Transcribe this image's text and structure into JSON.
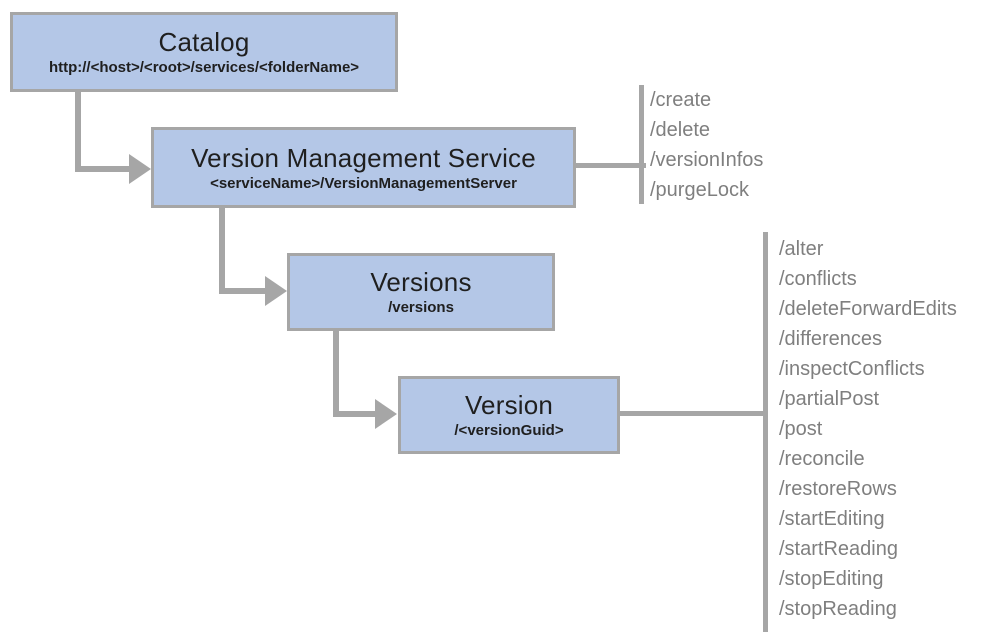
{
  "diagram": {
    "nodes": {
      "catalog": {
        "title": "Catalog",
        "subtitle": "http://<host>/<root>/services/<folderName>"
      },
      "version_management_service": {
        "title": "Version Management Service",
        "subtitle": "<serviceName>/VersionManagementServer"
      },
      "versions": {
        "title": "Versions",
        "subtitle": "/versions"
      },
      "version": {
        "title": "Version",
        "subtitle": "/<versionGuid>"
      }
    },
    "version_management_service_operations": [
      "/create",
      "/delete",
      "/versionInfos",
      "/purgeLock"
    ],
    "version_operations": [
      "/alter",
      "/conflicts",
      "/deleteForwardEdits",
      "/differences",
      "/inspectConflicts",
      "/partialPost",
      "/post",
      "/reconcile",
      "/restoreRows",
      "/startEditing",
      "/startReading",
      "/stopEditing",
      "/stopReading"
    ],
    "colors": {
      "node_fill": "#b4c7e7",
      "node_border": "#a6a6a6",
      "connector": "#a6a6a6",
      "node_text": "#1f1f1f",
      "operation_text": "#7f7f7f",
      "background": "#ffffff"
    }
  }
}
